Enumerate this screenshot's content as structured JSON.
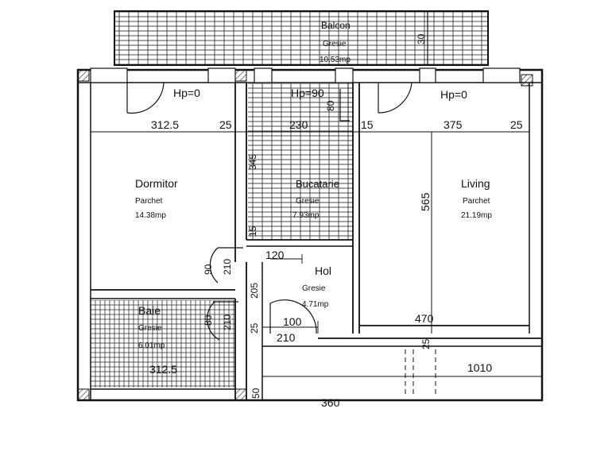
{
  "rooms": {
    "balcon": {
      "name": "Balcon",
      "finish": "Gresie",
      "area": "10.53mp"
    },
    "dormitor": {
      "name": "Dormitor",
      "finish": "Parchet",
      "area": "14.38mp"
    },
    "bucatarie": {
      "name": "Bucatarie",
      "finish": "Gresie",
      "area": "7.93mp"
    },
    "living": {
      "name": "Living",
      "finish": "Parchet",
      "area": "21.19mp"
    },
    "hol": {
      "name": "Hol",
      "finish": "Gresie",
      "area": "4.71mp"
    },
    "baie": {
      "name": "Baie",
      "finish": "Gresie",
      "area": "6.01mp"
    }
  },
  "sills": {
    "left": "Hp=0",
    "center": "Hp=90",
    "right": "Hp=0"
  },
  "dims": {
    "d312_top": "312.5",
    "d25_a": "25",
    "d230": "230",
    "d80_top": "80",
    "d15_a": "15",
    "d375": "375",
    "d25_b": "25",
    "d30": "30",
    "d345": "345",
    "d565": "565",
    "d15_b": "15",
    "d120": "120",
    "d90": "90",
    "d210_a": "210",
    "d205": "205",
    "d80_b": "80",
    "d210_b": "210",
    "d25_c": "25",
    "d100": "100",
    "d210_c": "210",
    "d470": "470",
    "d25_d": "25",
    "d1010": "1010",
    "d312_bottom": "312.5",
    "d50": "50",
    "d360": "360"
  }
}
